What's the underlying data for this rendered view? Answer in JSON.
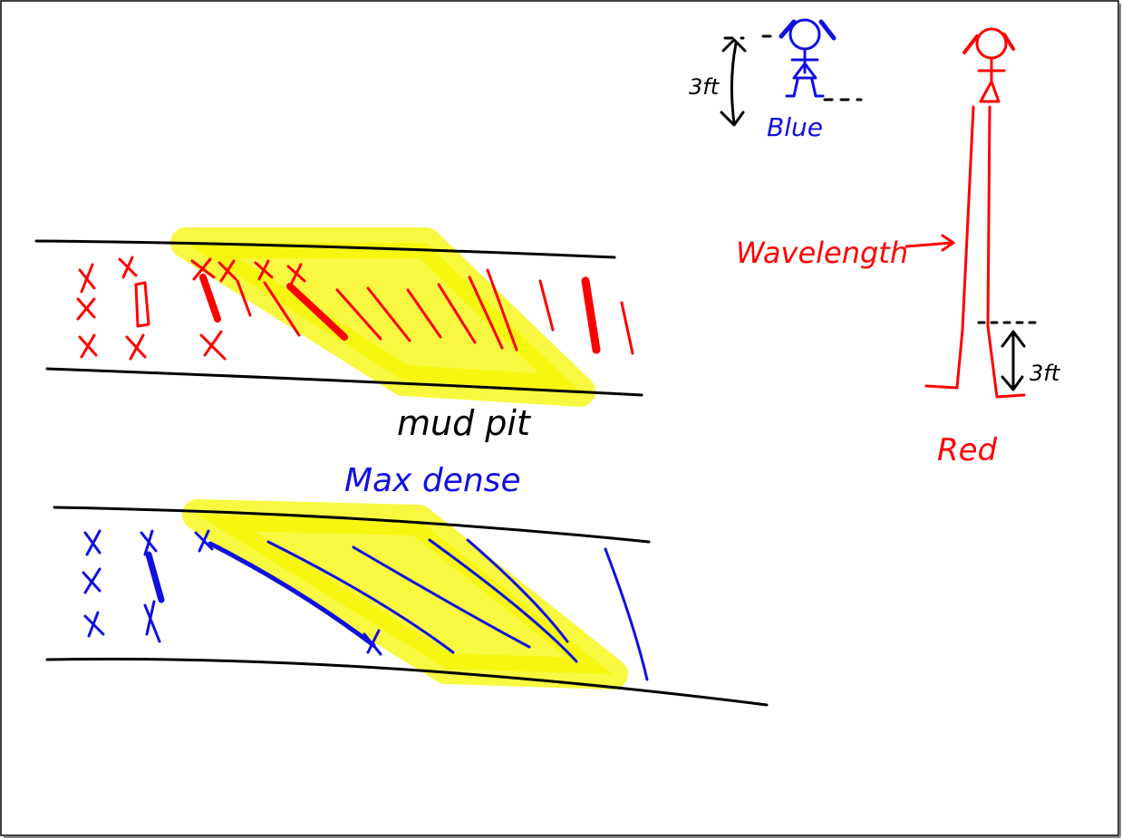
{
  "colors": {
    "red": "#ff0000",
    "blue": "#1010e0",
    "black": "#000000",
    "highlight": "#f5f500"
  },
  "labels": {
    "mud_pit": "mud pit",
    "max_dense": "Max dense",
    "blue_name": "Blue",
    "red_name": "Red",
    "wavelength": "Wavelength",
    "blue_height": "3ft",
    "red_height": "3ft"
  }
}
